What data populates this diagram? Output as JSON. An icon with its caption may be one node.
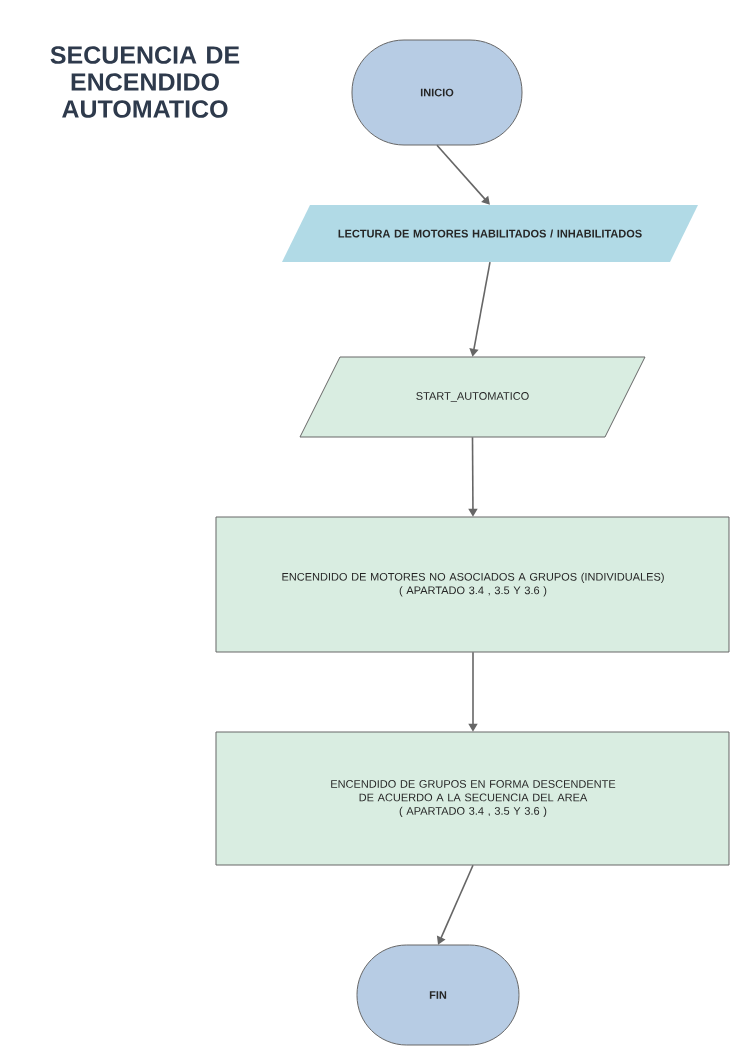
{
  "diagram": {
    "title": "SECUENCIA DE ENCENDIDO AUTOMATICO",
    "nodes": [
      {
        "text": [
          "INICIO"
        ]
      },
      {
        "text": [
          "LECTURA DE MOTORES HABILITADOS / INHABILITADOS"
        ]
      },
      {
        "text": [
          "START_AUTOMATICO"
        ]
      },
      {
        "text": [
          "ENCENDIDO DE MOTORES NO ASOCIADOS A GRUPOS (INDIVIDUALES)",
          "( APARTADO 3.4 , 3.5 Y 3.6 )"
        ]
      },
      {
        "text": [
          "ENCENDIDO DE GRUPOS EN FORMA DESCENDENTE DE ACUERDO A LA SECUENCIA DEL AREA",
          "( APARTADO 3.4 , 3.5 Y 3.6 )"
        ]
      },
      {
        "text": [
          "FIN"
        ]
      }
    ],
    "edges": [
      {
        "from": 0,
        "to": 1,
        "arrow": "to"
      },
      {
        "from": 1,
        "to": 2,
        "arrow": "to"
      },
      {
        "from": 2,
        "to": 3,
        "arrow": "to"
      },
      {
        "from": 3,
        "to": 4,
        "arrow": "to"
      },
      {
        "from": 4,
        "to": 5,
        "arrow": "to"
      }
    ]
  }
}
